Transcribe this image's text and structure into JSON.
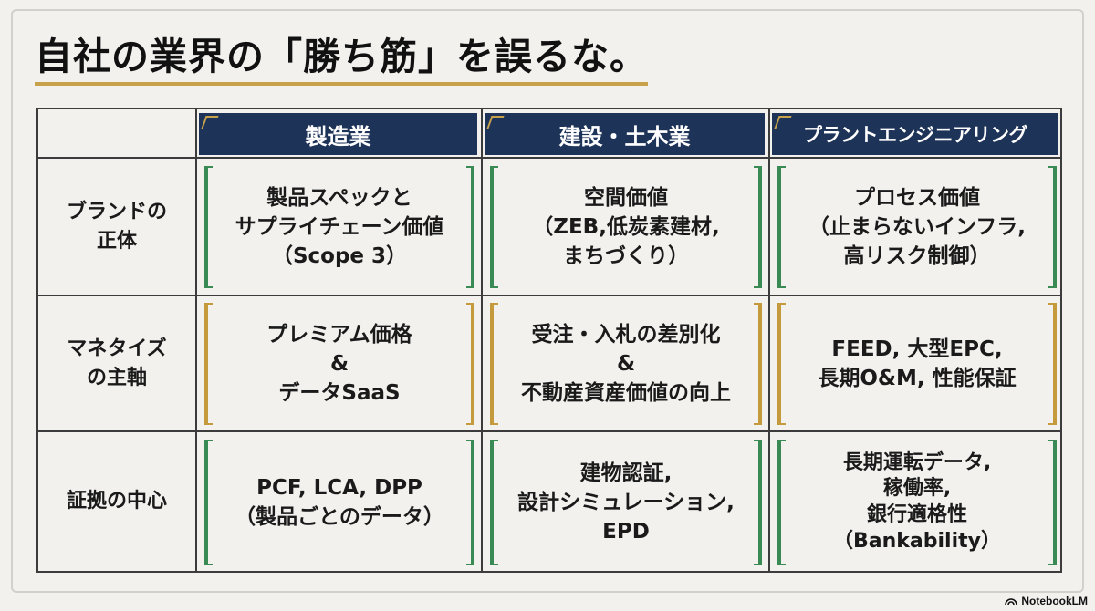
{
  "title": "自社の業界の「勝ち筋」を誤るな。",
  "columns": [
    "製造業",
    "建設・土木業",
    "プラントエンジニアリング"
  ],
  "rows": [
    {
      "label": [
        "ブランドの",
        "正体"
      ],
      "cells": [
        [
          "製品スペックと",
          "サプライチェーン価値",
          "（Scope 3）"
        ],
        [
          "空間価値",
          "（ZEB,低炭素建材,",
          "まちづくり）"
        ],
        [
          "プロセス価値",
          "（止まらないインフラ,",
          "高リスク制御）"
        ]
      ]
    },
    {
      "label": [
        "マネタイズ",
        "の主軸"
      ],
      "cells": [
        [
          "プレミアム価格",
          "&",
          "データSaaS"
        ],
        [
          "受注・入札の差別化",
          "&",
          "不動産資産価値の向上"
        ],
        [
          "FEED, 大型EPC,",
          "長期O&M, 性能保証"
        ]
      ]
    },
    {
      "label": [
        "証拠の中心"
      ],
      "cells": [
        [
          "PCF, LCA, DPP",
          "（製品ごとのデータ）"
        ],
        [
          "建物認証,",
          "設計シミュレーション,",
          "EPD"
        ],
        [
          "長期運転データ,",
          "稼働率,",
          "銀行適格性",
          "（Bankability）"
        ]
      ]
    }
  ],
  "colors": {
    "header_bg": "#1e3358",
    "accent_gold": "#c49a3c",
    "accent_green": "#3a8a56",
    "underline": "#c8a24a"
  },
  "brand": "NotebookLM"
}
